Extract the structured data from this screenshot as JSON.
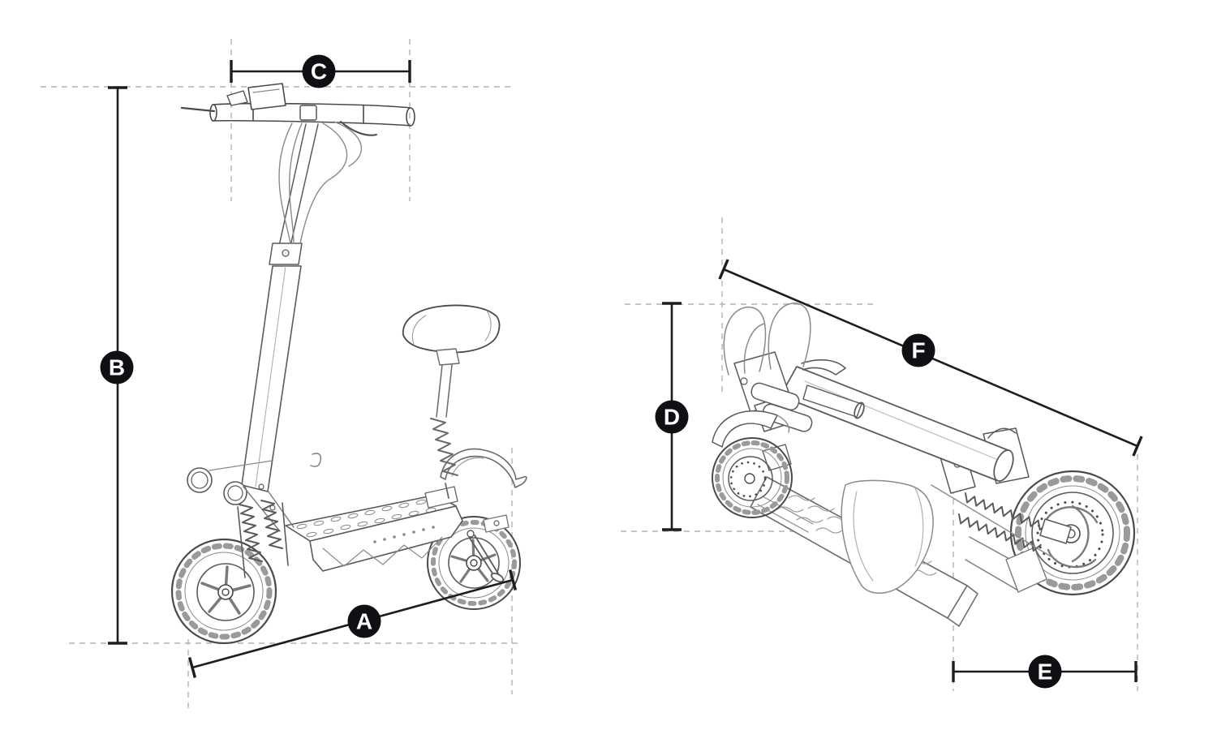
{
  "dimensions": {
    "a": "A",
    "b": "B",
    "c": "C",
    "d": "D",
    "e": "E",
    "f": "F"
  },
  "colors": {
    "background": "#ffffff",
    "dimension_line": "#1d1d1d",
    "label_background": "#101014",
    "label_text": "#ffffff",
    "guide_line": "#b3b3b3",
    "sketch_dark": "#4a4a4a",
    "sketch_light": "#999999"
  }
}
